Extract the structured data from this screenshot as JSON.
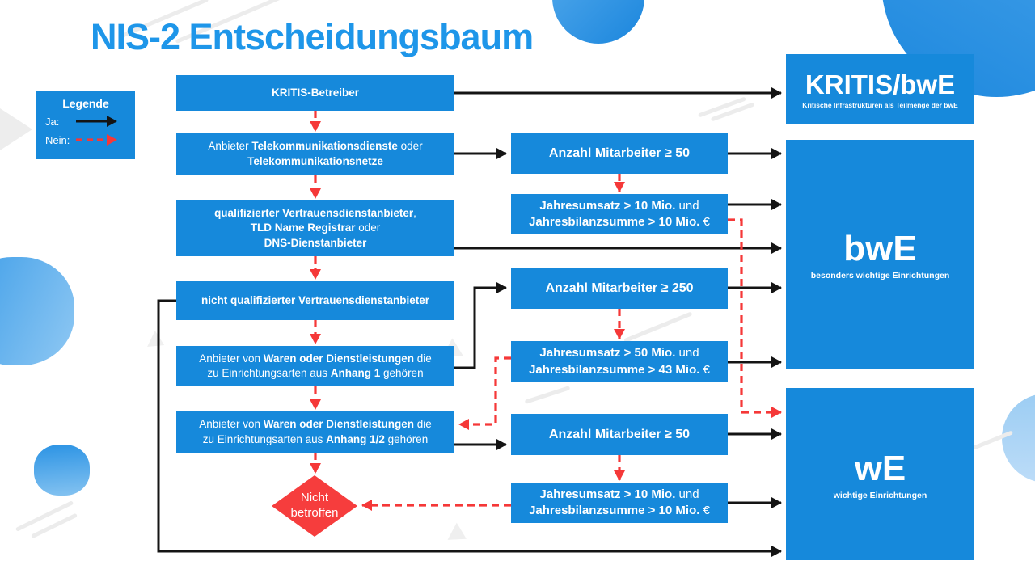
{
  "title": "NIS-2 Entscheidungsbaum",
  "legend": {
    "title": "Legende",
    "yes_label": "Ja:",
    "no_label": "Nein:"
  },
  "colors": {
    "node_blue": "#1689db",
    "title_blue": "#1e96e9",
    "arrow_yes_black": "#141414",
    "arrow_no_red": "#f53838",
    "diamond_red": "#f63d3d"
  },
  "nodes": {
    "kritis_betreiber": {
      "label": "KRITIS-Betreiber"
    },
    "telekom": {
      "parts": [
        "Anbieter ",
        "Telekommunikationsdienste",
        " oder",
        "Telekommunikationsnetze"
      ]
    },
    "qualif": {
      "parts": [
        "qualifizierter Vertrauensdienstanbieter",
        ",",
        "TLD Name Registrar",
        " oder",
        "DNS-Dienstanbieter"
      ]
    },
    "nicht_qualif": {
      "label": "nicht qualifizierter Vertrauensdienstanbieter"
    },
    "anhang1": {
      "parts": [
        "Anbieter von ",
        "Waren oder Dienstleistungen",
        " die",
        "zu Einrichtungsarten aus ",
        "Anhang 1",
        " gehören"
      ]
    },
    "anhang12": {
      "parts": [
        "Anbieter von ",
        "Waren oder Dienstleistungen",
        " die",
        "zu Einrichtungsarten aus ",
        "Anhang 1/2",
        " gehören"
      ]
    },
    "nicht_betroffen": {
      "parts": [
        "Nicht",
        "betroffen"
      ]
    },
    "mitarbeiter50_top": {
      "label": "Anzahl Mitarbeiter ≥ 50"
    },
    "umsatz10_top": {
      "parts": [
        "Jahresumsatz > 10 Mio.",
        " und",
        "Jahresbilanzsumme > 10 Mio.",
        " €"
      ]
    },
    "mitarbeiter250": {
      "label": "Anzahl Mitarbeiter ≥ 250"
    },
    "umsatz50": {
      "parts": [
        "Jahresumsatz > 50 Mio.",
        " und",
        "Jahresbilanzsumme > 43 Mio.",
        " €"
      ]
    },
    "mitarbeiter50_bottom": {
      "label": "Anzahl Mitarbeiter ≥ 50"
    },
    "umsatz10_bottom": {
      "parts": [
        "Jahresumsatz > 10 Mio.",
        " und",
        "Jahresbilanzsumme > 10 Mio.",
        " €"
      ]
    },
    "kritis_bwe": {
      "title": "KRITIS/bwE",
      "subtitle": "Kritische Infrastrukturen als Teilmenge der bwE"
    },
    "bwe": {
      "title": "bwE",
      "subtitle": "besonders wichtige Einrichtungen"
    },
    "we": {
      "title": "wE",
      "subtitle": "wichtige Einrichtungen"
    }
  }
}
